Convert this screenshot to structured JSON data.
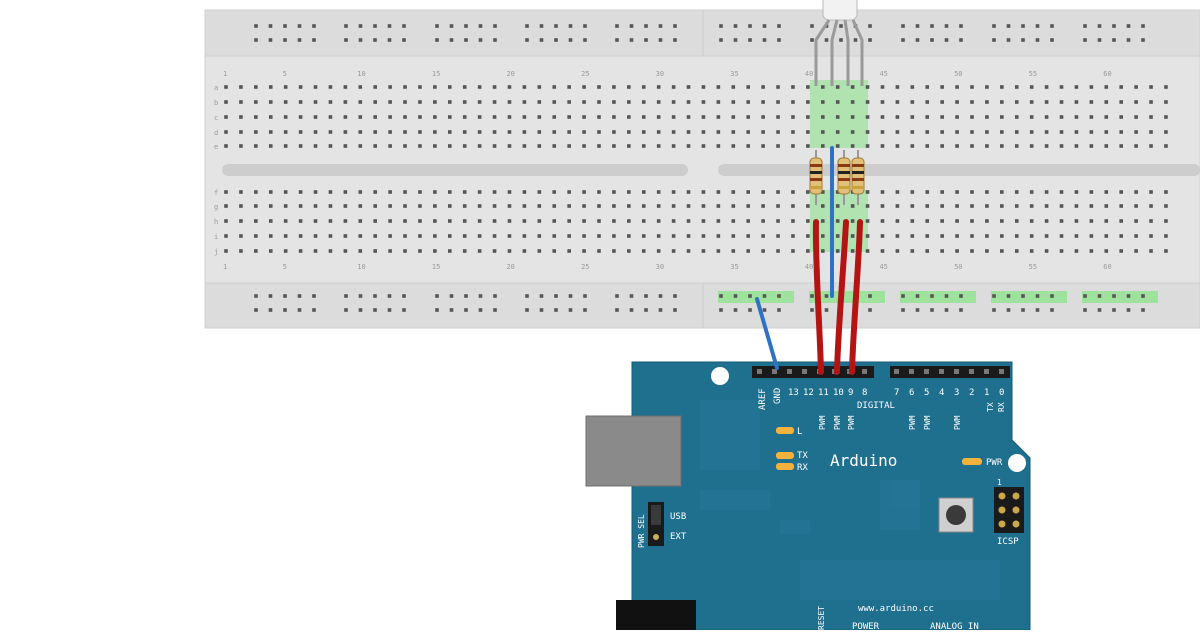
{
  "breadboard": {
    "row_letters_top": [
      "a",
      "b",
      "c",
      "d",
      "e"
    ],
    "row_letters_bottom": [
      "f",
      "g",
      "h",
      "i",
      "j"
    ],
    "column_numbers": [
      "1",
      "5",
      "10",
      "15",
      "20",
      "25",
      "30",
      "35",
      "40",
      "45",
      "50",
      "55",
      "60"
    ]
  },
  "arduino": {
    "brand": "Arduino",
    "website": "www.arduino.cc",
    "header_digital_label": "DIGITAL",
    "pins_left": [
      "AREF",
      "GND",
      "13",
      "12",
      "11",
      "10",
      "9",
      "8"
    ],
    "pins_right": [
      "7",
      "6",
      "5",
      "4",
      "3",
      "2",
      "1",
      "0"
    ],
    "pwm_label": "PWM",
    "tx_label": "TX",
    "rx_label": "RX",
    "led_label": "L",
    "power_led_label": "PWR",
    "icsp_label": "ICSP",
    "icsp_num": "1",
    "pwr_sel_label": "PWR SEL",
    "usb_label": "USB",
    "ext_label": "EXT",
    "power_label": "POWER",
    "analog_label": "ANALOG IN",
    "reset_label": "RESET"
  },
  "colors": {
    "board": "#1f6f8f",
    "breadboard": "#e6e6e6",
    "wire_red": "#b41414",
    "wire_blue": "#2f72c4",
    "highlight": "#7fe07f"
  }
}
